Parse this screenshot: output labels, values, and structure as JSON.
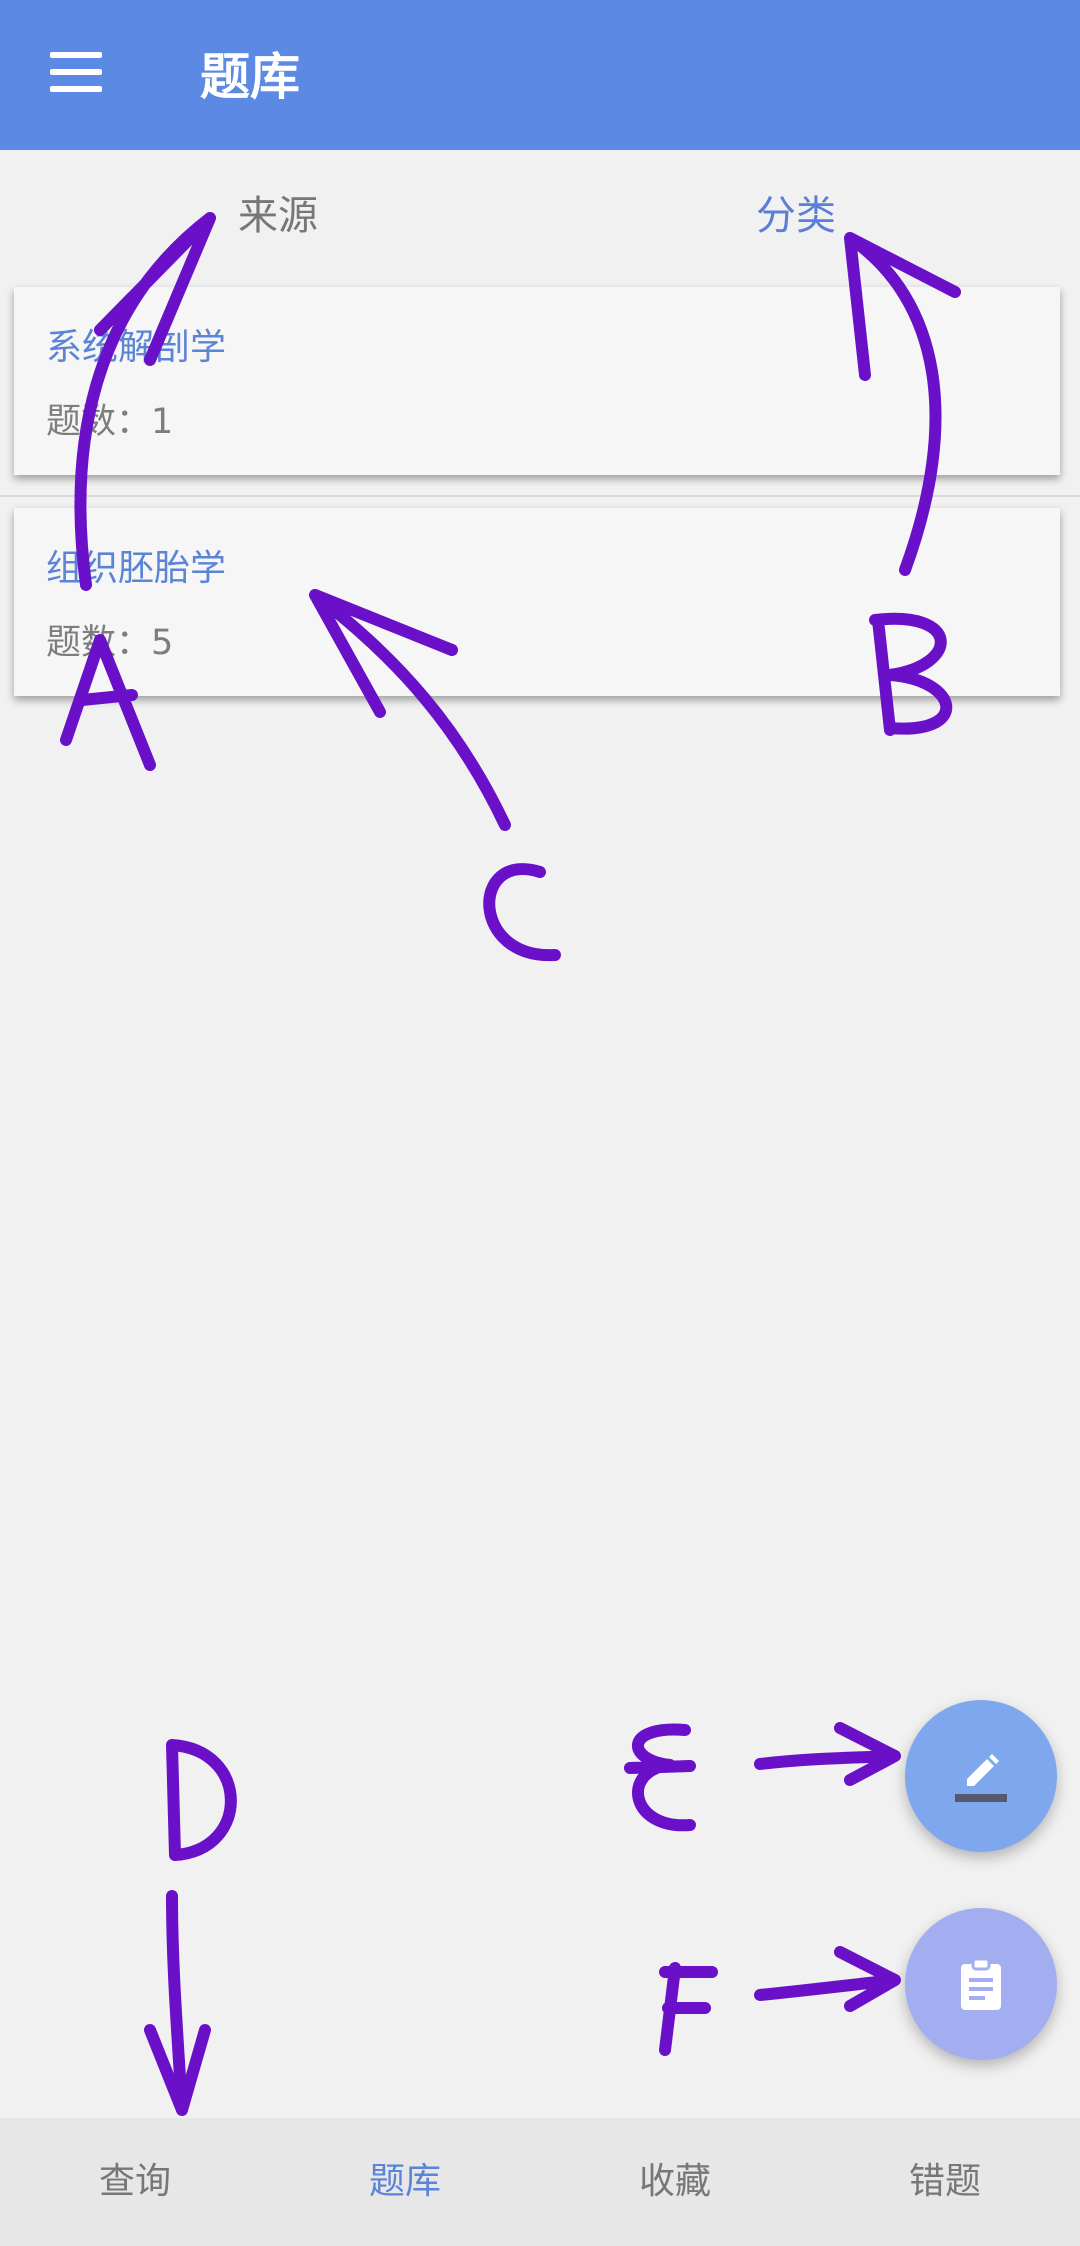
{
  "appbar": {
    "title": "题库",
    "menu_icon": "hamburger-menu-icon"
  },
  "filters": {
    "source_label": "来源",
    "category_label": "分类"
  },
  "cards": [
    {
      "name": "系统解剖学",
      "count_label": "题数：1"
    },
    {
      "name": "组织胚胎学",
      "count_label": "题数：5"
    }
  ],
  "fabs": {
    "edit_icon": "pencil-icon",
    "clipboard_icon": "clipboard-icon"
  },
  "bottom_nav": [
    {
      "label": "查询"
    },
    {
      "label": "题库",
      "active": true
    },
    {
      "label": "收藏"
    },
    {
      "label": "错题"
    }
  ],
  "annotations": {
    "letters": [
      "A",
      "B",
      "C",
      "D",
      "E",
      "F"
    ],
    "color": "#6a10c8"
  },
  "colors": {
    "primary": "#5b89e4",
    "accent_text": "#5b84d6"
  }
}
